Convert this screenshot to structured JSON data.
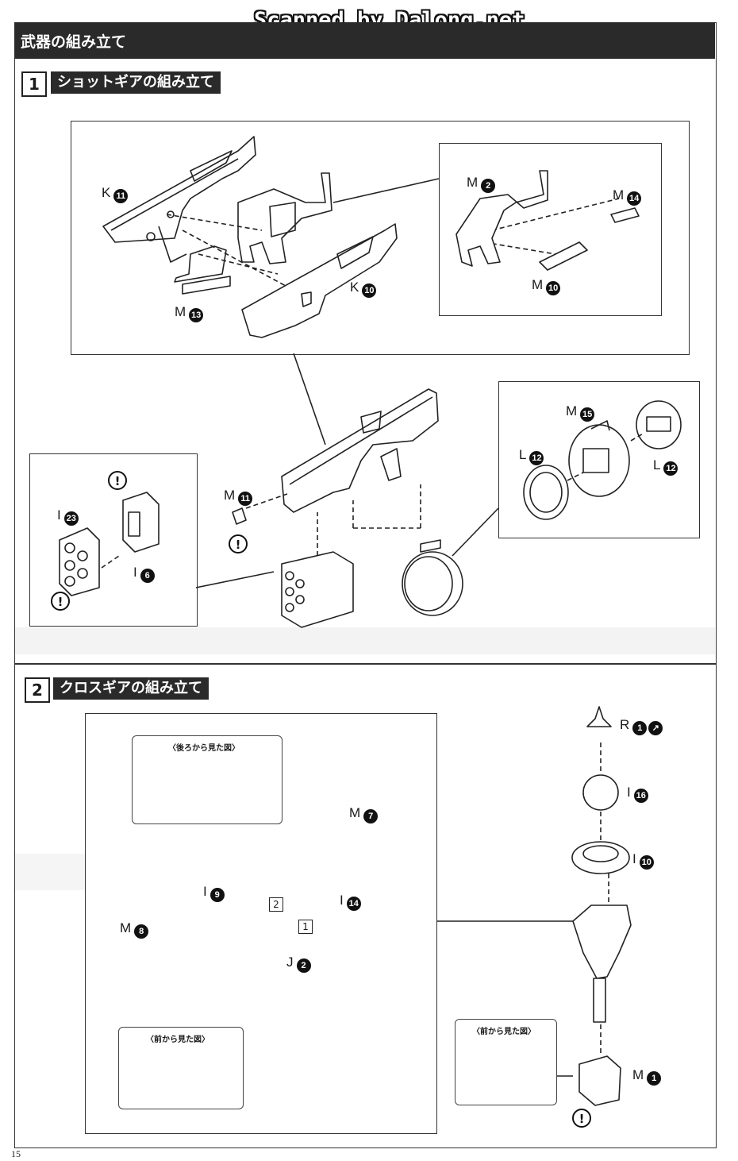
{
  "watermark": "Scanned by Dalong.net",
  "header": {
    "title": "武器の組み立て"
  },
  "step1": {
    "number": "1",
    "title": "ショットギアの組み立て",
    "labels": {
      "k11": {
        "letter": "K",
        "num": "11"
      },
      "m13": {
        "letter": "M",
        "num": "13"
      },
      "k10": {
        "letter": "K",
        "num": "10"
      },
      "m2": {
        "letter": "M",
        "num": "2"
      },
      "m14": {
        "letter": "M",
        "num": "14"
      },
      "m10": {
        "letter": "M",
        "num": "10"
      },
      "m11": {
        "letter": "M",
        "num": "11"
      },
      "i23": {
        "letter": "I",
        "num": "23"
      },
      "i6": {
        "letter": "I",
        "num": "6"
      },
      "m15": {
        "letter": "M",
        "num": "15"
      },
      "l12a": {
        "letter": "L",
        "num": "12"
      },
      "l12b": {
        "letter": "L",
        "num": "12"
      }
    }
  },
  "step2": {
    "number": "2",
    "title": "クロスギアの組み立て",
    "view_back": "〈後ろから見た図〉",
    "view_front_a": "〈前から見た図〉",
    "view_front_b": "〈前から見た図〉",
    "order1": "1",
    "order2": "2",
    "labels": {
      "m7": {
        "letter": "M",
        "num": "7"
      },
      "i9": {
        "letter": "I",
        "num": "9"
      },
      "i14": {
        "letter": "I",
        "num": "14"
      },
      "m8": {
        "letter": "M",
        "num": "8"
      },
      "j2": {
        "letter": "J",
        "num": "2"
      },
      "r1": {
        "letter": "R",
        "num": "1"
      },
      "i16": {
        "letter": "I",
        "num": "16"
      },
      "i10": {
        "letter": "I",
        "num": "10"
      },
      "m1": {
        "letter": "M",
        "num": "1"
      }
    }
  },
  "page_number": "15"
}
